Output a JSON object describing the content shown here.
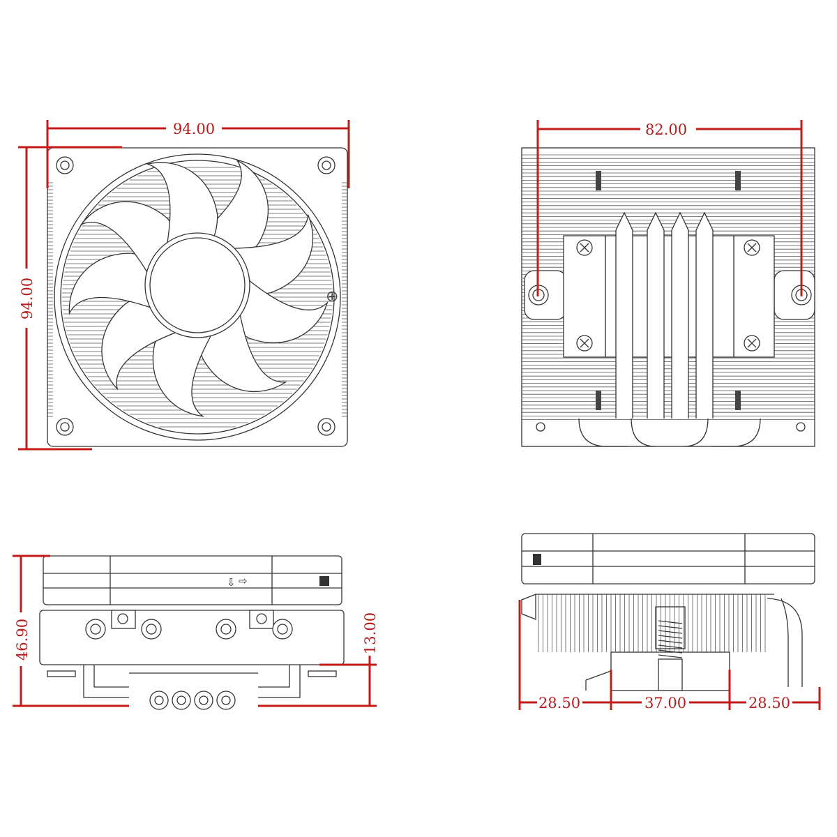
{
  "colors": {
    "dimension": "#c41a1a",
    "linework": "#333333",
    "background": "#ffffff"
  },
  "views": {
    "fan_top": {
      "width_label": "94.00",
      "height_label": "94.00"
    },
    "heatsink_bottom": {
      "hole_spacing_label": "82.00"
    },
    "side_front": {
      "height_label": "46.90",
      "clearance_label": "13.00",
      "airflow_icons": [
        "arrow-down-icon",
        "arrow-right-icon"
      ]
    },
    "side_right": {
      "offset_left_label": "28.50",
      "base_label": "37.00",
      "offset_right_label": "28.50"
    }
  }
}
